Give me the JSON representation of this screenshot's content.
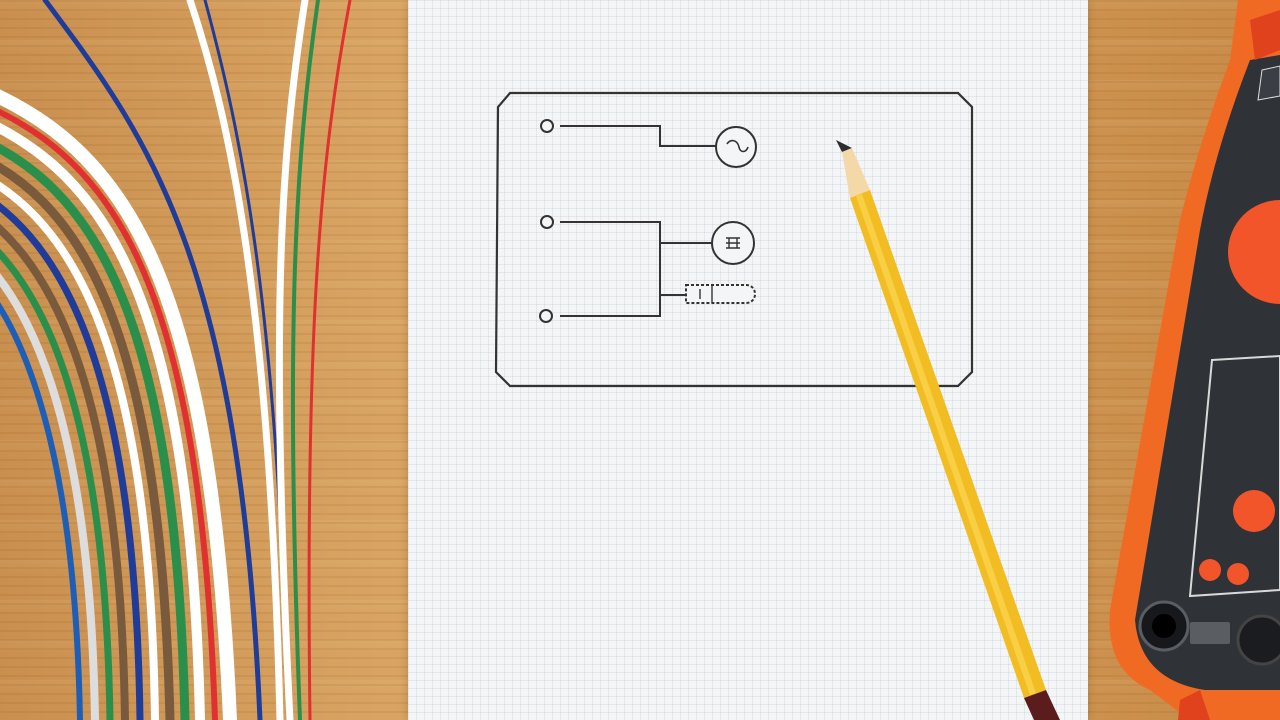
{
  "scene": {
    "background": "wooden-desk",
    "objects": [
      "wire-bundle",
      "graph-paper",
      "circuit-sketch",
      "pencil",
      "multimeter"
    ]
  },
  "colors": {
    "wood": "#d49c5a",
    "paper": "#f3f5f6",
    "ink": "#333333",
    "pencil_body": "#f2bd23",
    "multimeter_body": "#f06a23",
    "multimeter_panel": "#2f3237",
    "knob": "#f2552a"
  },
  "wires": {
    "colors": [
      "#ffffff",
      "#1f3c9a",
      "#2a8f4a",
      "#e03030",
      "#7a5a3c",
      "#333333",
      "#dddddd",
      "#1d5fb8"
    ]
  },
  "multimeter": {
    "labels": [
      "",
      "",
      ""
    ]
  }
}
